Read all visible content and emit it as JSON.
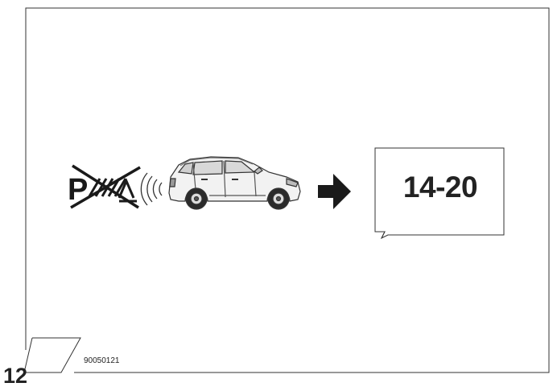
{
  "figure": {
    "page_number": "12",
    "figure_code": "90050121",
    "reference_label": "14-20",
    "icons": [
      "no-parking-icon",
      "wireless-signal-icon",
      "car-illustration",
      "arrow-right-icon"
    ]
  }
}
